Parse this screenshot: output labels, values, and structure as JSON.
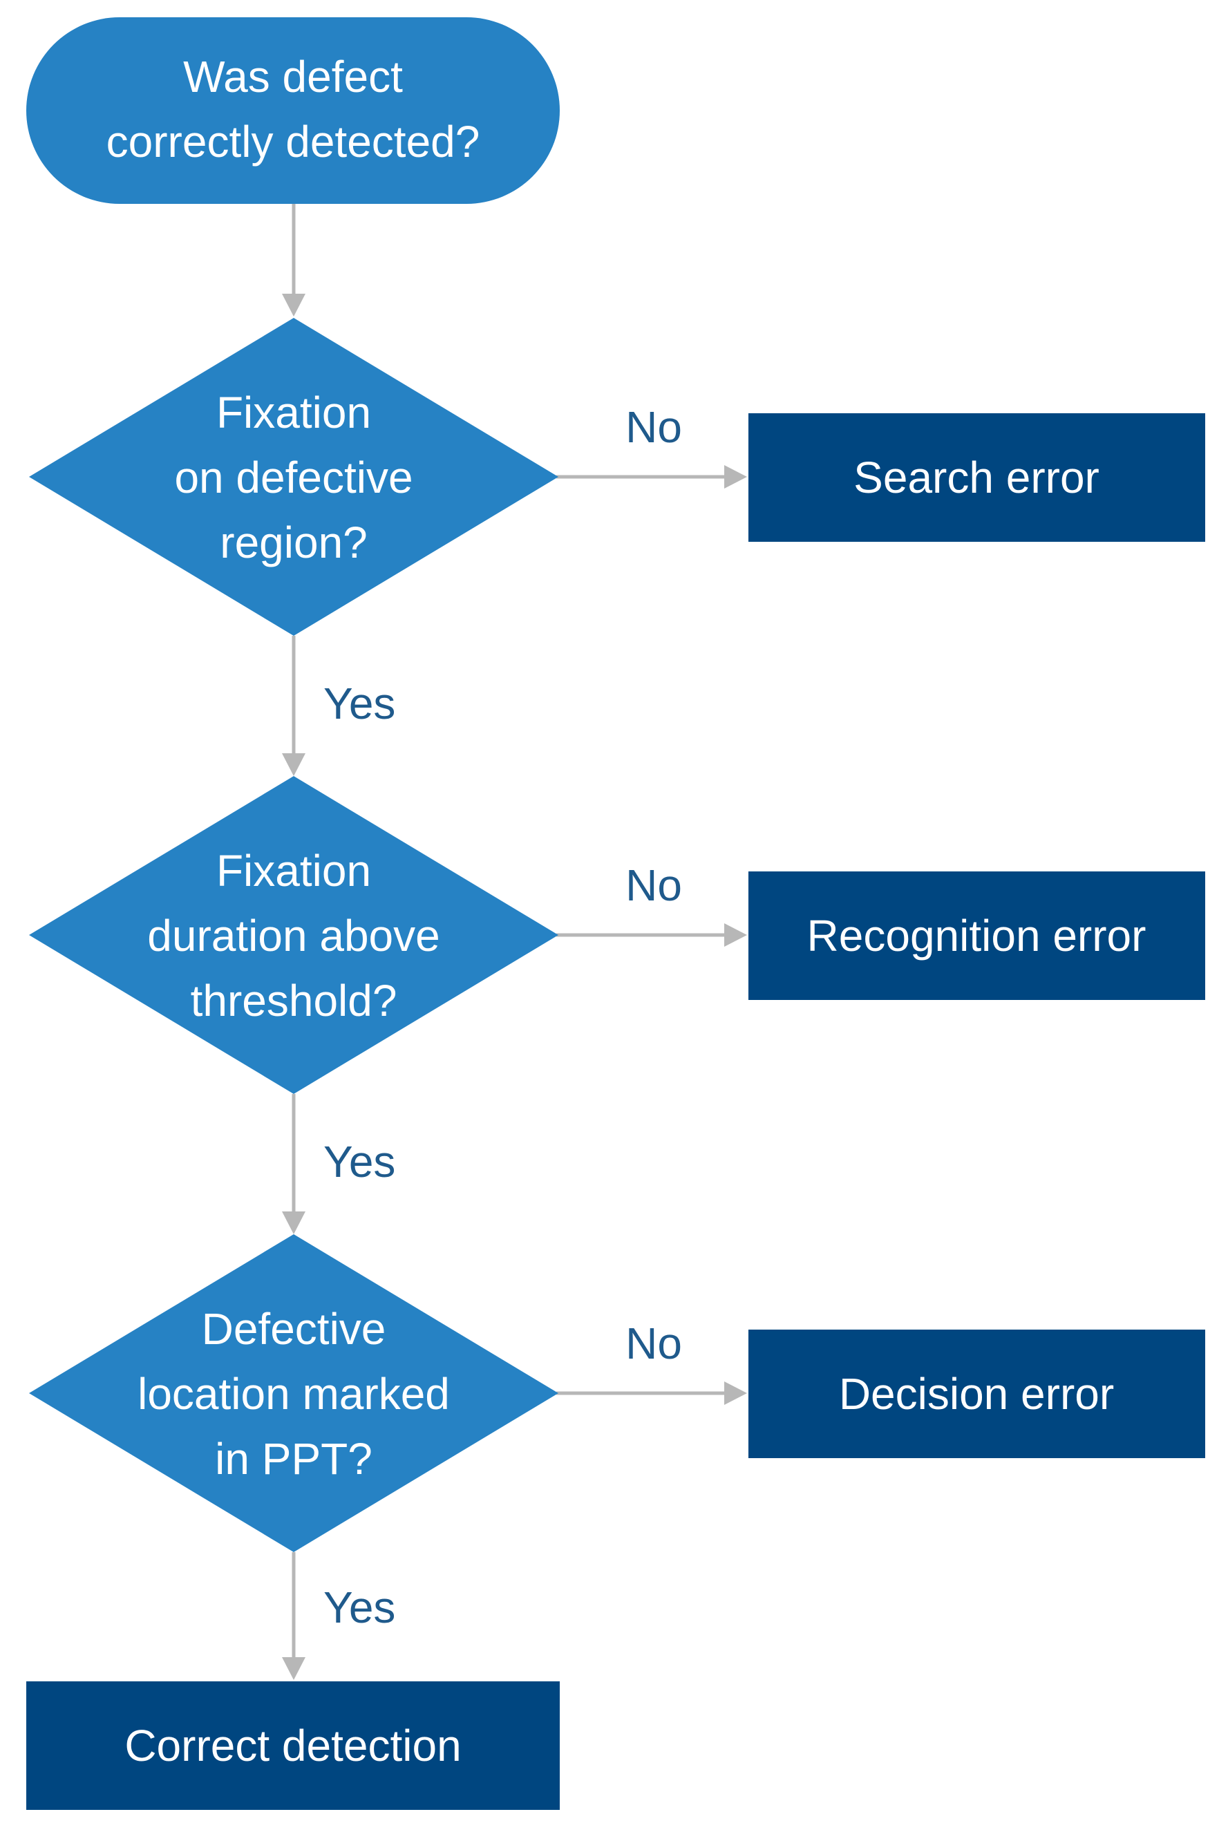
{
  "colors": {
    "decision_fill": "#2682c4",
    "outcome_fill": "#004680",
    "connector": "#b7b7b7",
    "edge_label": "#1f5a8c",
    "node_text": "#ffffff"
  },
  "start": {
    "text_line1": "Was defect",
    "text_line2": "correctly detected?"
  },
  "decisions": [
    {
      "line1": "Fixation",
      "line2": "on defective",
      "line3": "region?",
      "no_label": "No",
      "yes_label": "Yes"
    },
    {
      "line1": "Fixation",
      "line2": "duration above",
      "line3": "threshold?",
      "no_label": "No",
      "yes_label": "Yes"
    },
    {
      "line1": "Defective",
      "line2": "location marked",
      "line3": "in PPT?",
      "no_label": "No",
      "yes_label": "Yes"
    }
  ],
  "outcomes": {
    "search_error": "Search error",
    "recognition_error": "Recognition error",
    "decision_error": "Decision error",
    "correct_detection": "Correct detection"
  }
}
